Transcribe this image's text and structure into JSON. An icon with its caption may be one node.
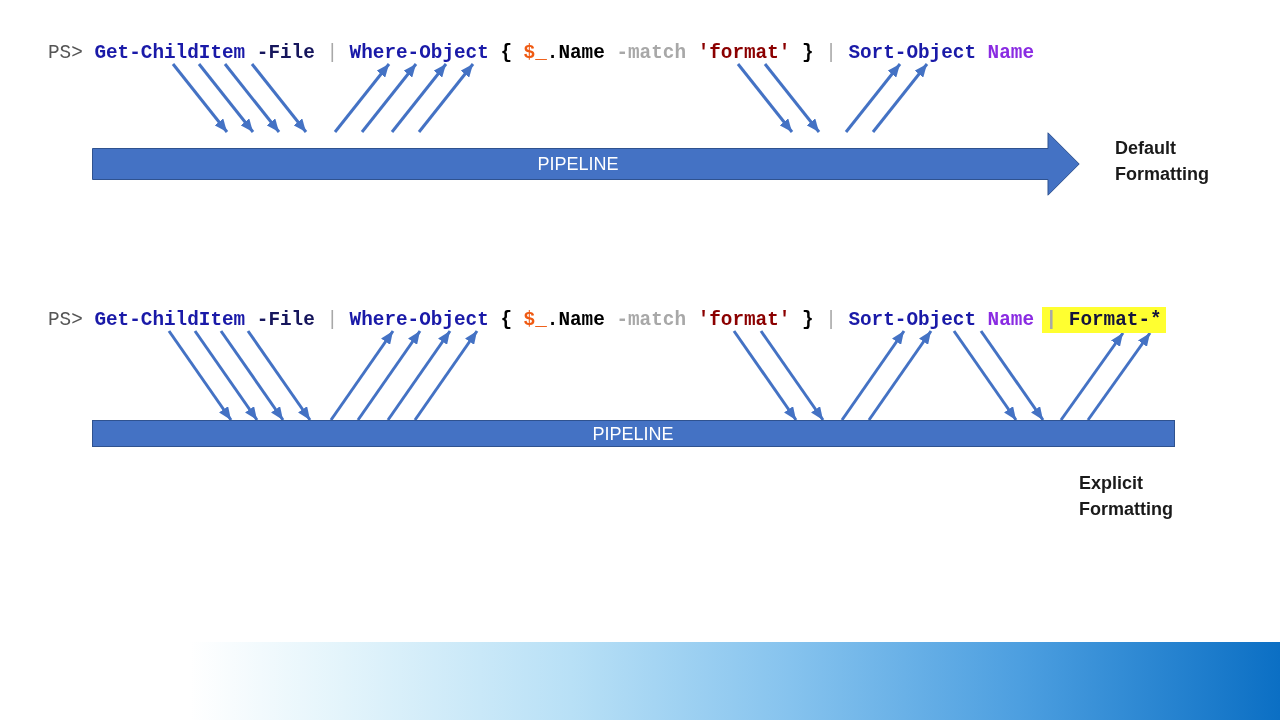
{
  "diagram": {
    "nodes": [
      {
        "text": [
          "Get-ChildItem -File"
        ]
      },
      {
        "text": [
          "Where-Object { $_.Name -match 'format' }"
        ]
      },
      {
        "text": [
          "Sort-Object Name"
        ]
      },
      {
        "text": [
          "PIPELINE"
        ],
        "beside": [
          "Default Formatting"
        ]
      },
      {
        "text": [
          "Get-ChildItem -File"
        ]
      },
      {
        "text": [
          "Where-Object { $_.Name -match 'format' }"
        ]
      },
      {
        "text": [
          "Sort-Object Name"
        ]
      },
      {
        "text": [
          "|",
          "Format-*"
        ]
      },
      {
        "text": [
          "PIPELINE"
        ],
        "beside": [
          "Explicit Formatting"
        ]
      },
      {
        "text": [],
        "shape": "bar"
      }
    ],
    "edges": [
      {
        "from": 0,
        "to": 3,
        "arrow": "to"
      },
      {
        "from": 0,
        "to": 3,
        "arrow": "to"
      },
      {
        "from": 0,
        "to": 3,
        "arrow": "to"
      },
      {
        "from": 0,
        "to": 3,
        "arrow": "to"
      },
      {
        "from": 3,
        "to": 1,
        "arrow": "to"
      },
      {
        "from": 3,
        "to": 1,
        "arrow": "to"
      },
      {
        "from": 3,
        "to": 1,
        "arrow": "to"
      },
      {
        "from": 3,
        "to": 1,
        "arrow": "to"
      },
      {
        "from": 1,
        "to": 3,
        "arrow": "to"
      },
      {
        "from": 1,
        "to": 3,
        "arrow": "to"
      },
      {
        "from": 3,
        "to": 2,
        "arrow": "to"
      },
      {
        "from": 3,
        "to": 2,
        "arrow": "to"
      },
      {
        "from": 4,
        "to": 8,
        "arrow": "to"
      },
      {
        "from": 4,
        "to": 8,
        "arrow": "to"
      },
      {
        "from": 4,
        "to": 8,
        "arrow": "to"
      },
      {
        "from": 4,
        "to": 8,
        "arrow": "to"
      },
      {
        "from": 8,
        "to": 5,
        "arrow": "to"
      },
      {
        "from": 8,
        "to": 5,
        "arrow": "to"
      },
      {
        "from": 8,
        "to": 5,
        "arrow": "to"
      },
      {
        "from": 8,
        "to": 5,
        "arrow": "to"
      },
      {
        "from": 5,
        "to": 8,
        "arrow": "to"
      },
      {
        "from": 5,
        "to": 8,
        "arrow": "to"
      },
      {
        "from": 8,
        "to": 6,
        "arrow": "to"
      },
      {
        "from": 8,
        "to": 6,
        "arrow": "to"
      },
      {
        "from": 6,
        "to": 8,
        "arrow": "to"
      },
      {
        "from": 6,
        "to": 8,
        "arrow": "to"
      },
      {
        "from": 8,
        "to": 7,
        "arrow": "to"
      },
      {
        "from": 8,
        "to": 7,
        "arrow": "to"
      }
    ],
    "labels": [
      "PS>",
      "|",
      "|",
      "PS>",
      "|",
      "|"
    ]
  }
}
